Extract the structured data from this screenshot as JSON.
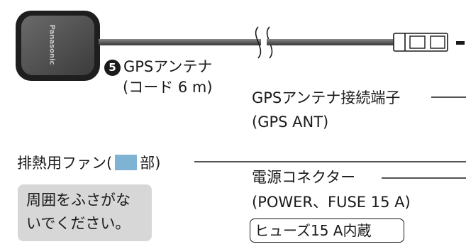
{
  "gps_antenna": {
    "brand": "Panasonic",
    "number_badge": "5",
    "label": "GPSアンテナ",
    "cord_length": "(コード 6 m)"
  },
  "antenna_terminal": {
    "label": "GPSアンテナ接続端子",
    "sublabel": "(GPS ANT)"
  },
  "fan": {
    "label_prefix": "排熱用ファン(",
    "label_suffix": "部)",
    "swatch_color": "#7fb3d3",
    "note_line1": "周囲をふさがな",
    "note_line2": "いでください。"
  },
  "power_connector": {
    "label": "電源コネクター",
    "sublabel": "(POWER、FUSE 15 A)",
    "fuse_note": "ヒューズ15 A内蔵"
  }
}
